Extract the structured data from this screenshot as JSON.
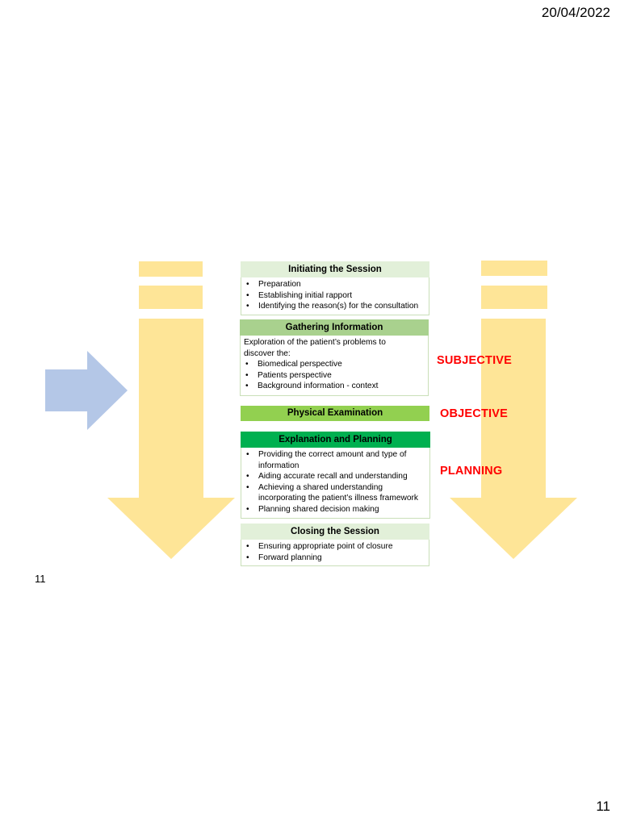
{
  "header": {
    "date": "20/04/2022"
  },
  "footer": {
    "slide_number": "11",
    "page_number": "11"
  },
  "colors": {
    "arrow_yellow": "#fee597",
    "arrow_blue": "#b4c7e7",
    "header_light": "#e2f0d9",
    "header_mid": "#a9d18e",
    "header_bright": "#92d050",
    "header_dark": "#00b050",
    "label_red": "#ff0000"
  },
  "steps": {
    "initiating": {
      "title": "Initiating the Session",
      "items": [
        "Preparation",
        "Establishing initial rapport",
        "Identifying the reason(s) for the consultation"
      ]
    },
    "gathering": {
      "title": "Gathering Information",
      "intro": "Exploration of the patient’s problems to discover the:",
      "items": [
        "Biomedical perspective",
        "Patients perspective",
        "Background information - context"
      ]
    },
    "physical": {
      "title": "Physical Examination"
    },
    "explanation": {
      "title": "Explanation and Planning",
      "items": [
        "Providing the correct amount and type of information",
        "Aiding accurate recall and understanding",
        "Achieving a shared understanding incorporating the patient’s illness framework",
        "Planning shared decision making"
      ]
    },
    "closing": {
      "title": "Closing the Session",
      "items": [
        "Ensuring appropriate point of closure",
        "Forward planning"
      ]
    }
  },
  "labels": {
    "subjective": "SUBJECTIVE",
    "objective": "OBJECTIVE",
    "planning": "PLANNING"
  }
}
